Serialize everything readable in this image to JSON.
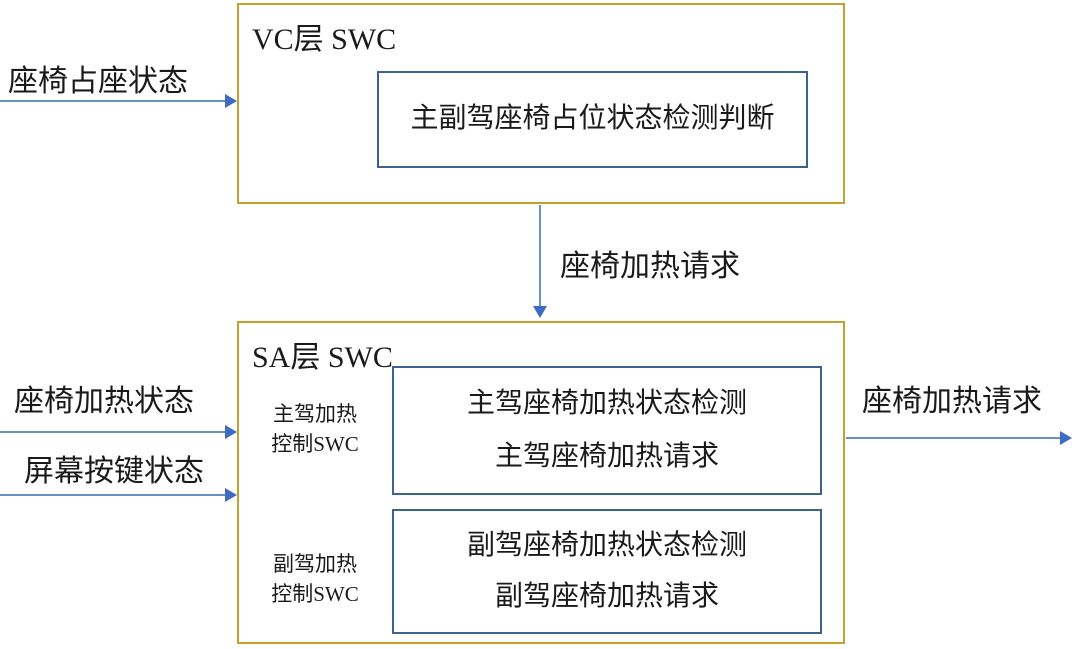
{
  "vc_block": {
    "title": "VC层 SWC",
    "inner_box_label": "主副驾座椅占位状态检测判断"
  },
  "sa_block": {
    "title": "SA层 SWC",
    "driver_side_label_line1": "主驾加热",
    "driver_side_label_line2": "控制SWC",
    "driver_box_line1": "主驾座椅加热状态检测",
    "driver_box_line2": "主驾座椅加热请求",
    "passenger_side_label_line1": "副驾加热",
    "passenger_side_label_line2": "控制SWC",
    "passenger_box_line1": "副驾座椅加热状态检测",
    "passenger_box_line2": "副驾座椅加热请求"
  },
  "arrows": {
    "seat_occupancy_in_label": "座椅占座状态",
    "vc_to_sa_label": "座椅加热请求",
    "seat_heating_status_in_label": "座椅加热状态",
    "screen_button_status_in_label": "屏幕按键状态",
    "seat_heating_request_out_label": "座椅加热请求"
  },
  "colors": {
    "outer_box_border": "#C4A02F",
    "inner_box_border": "#3F618F",
    "arrow_line": "#6A8FC7",
    "arrow_head": "#3E6BC4",
    "text": "#1A1A1A",
    "background": "#FFFFFF"
  }
}
